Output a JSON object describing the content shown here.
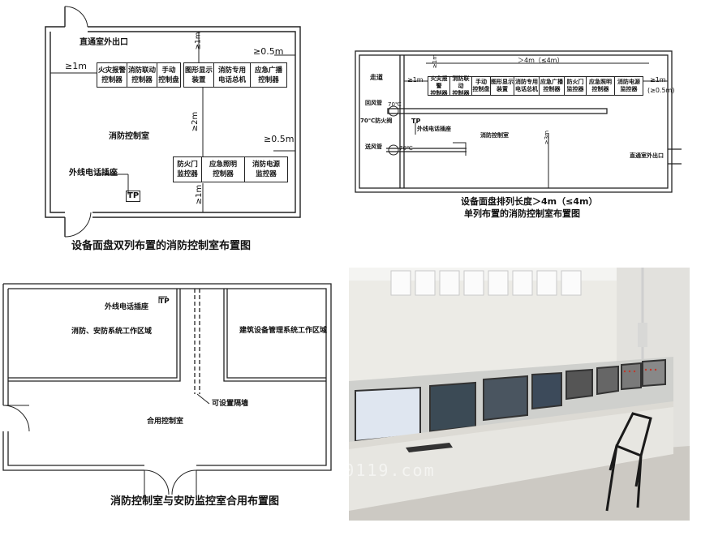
{
  "panel1": {
    "caption": "设备面盘双列布置的消防控制室布置图",
    "exit": "直通室外出口",
    "room": "消防控制室",
    "phone": "外线电话插座",
    "tp": "TP",
    "dim_top_1m": "≥1m",
    "dim_left_1m": "≥1m",
    "dim_right_05m": "≥0.5m",
    "dim_mid_2m": "≥2m",
    "dim_right2_05m": "≥0.5m",
    "dim_bottom_1m": "≥1m",
    "row1": [
      "火灾报警\n控制器",
      "消防联动\n控制器",
      "手动\n控制盘",
      "图形显示\n装置",
      "消防专用\n电话总机",
      "应急广播\n控制器"
    ],
    "row2": [
      "防火门\n监控器",
      "应急照明\n控制器",
      "消防电源\n监控器"
    ]
  },
  "panel2": {
    "caption1": "设备面盘排列长度＞4m（≤4m）",
    "caption2": "单列布置的消防控制室布置图",
    "corridor": "走道",
    "dim_len": "＞4m（≤4m）",
    "dim_left": "≥1m",
    "dim_right": "≥1m",
    "dim_right2": "(≥0.5m)",
    "dim_3m": "≥3m",
    "dim_1m_small": "≥1m",
    "return_pipe": "回风管",
    "damper_70": "70℃",
    "fire_damper": "70℃防火阀",
    "tp": "TP",
    "phone": "外线电话插座",
    "room": "消防控制室",
    "supply_pipe": "送风管",
    "damper_70b": "70℃",
    "exit": "直通室外出口",
    "row": [
      "火灾报警\n控制器",
      "消防联动\n控制器",
      "手动\n控制盘",
      "图形显示\n装置",
      "消防专用\n电话总机",
      "应急广播\n控制器",
      "防火门\n监控器",
      "应急照明\n控制器",
      "消防电源\n监控器"
    ]
  },
  "panel3": {
    "caption": "消防控制室与安防监控室合用布置图",
    "phone": "外线电话插座",
    "tp": "TP",
    "zone_left": "消防、安防系统工作区域",
    "zone_right": "建筑设备管理系统工作区域",
    "partition": "可设置隔墙",
    "room": "合用控制室"
  },
  "watermark": "www.1190119.com"
}
